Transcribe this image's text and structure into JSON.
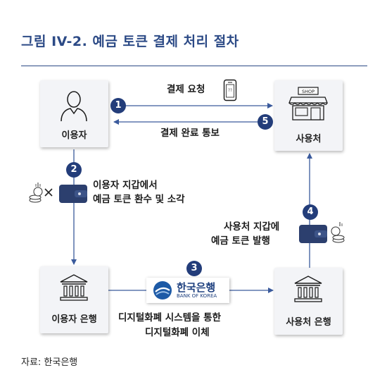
{
  "title": "그림 IV-2. 예금 토큰 결제 처리 절차",
  "nodes": {
    "user": "이용자",
    "merchant": "사용처",
    "user_bank": "이용자 은행",
    "merchant_bank": "사용처 은행"
  },
  "shop_sign": "SHOP",
  "steps": [
    {
      "number": "1",
      "lines": [
        "결제 요청"
      ]
    },
    {
      "number": "2",
      "lines": [
        "이용자 지갑에서",
        "예금 토큰 환수 및 소각"
      ]
    },
    {
      "number": "3",
      "lines": [
        "디지털화폐 시스템을 통한",
        "디지털화폐 이체"
      ]
    },
    {
      "number": "4",
      "lines": [
        "사용처 지갑에",
        "예금 토큰 발행"
      ]
    },
    {
      "number": "5",
      "lines": [
        "결제 완료 통보"
      ]
    }
  ],
  "bank_logo": {
    "name_ko": "한국은행",
    "name_en": "BANK OF KOREA"
  },
  "source": "자료: 한국은행",
  "colors": {
    "title": "#2c4a86",
    "arrow": "#3a5a9c",
    "badge": "#233d7a",
    "box": "#f3f4f7",
    "wallet": "#2c3f6e"
  }
}
